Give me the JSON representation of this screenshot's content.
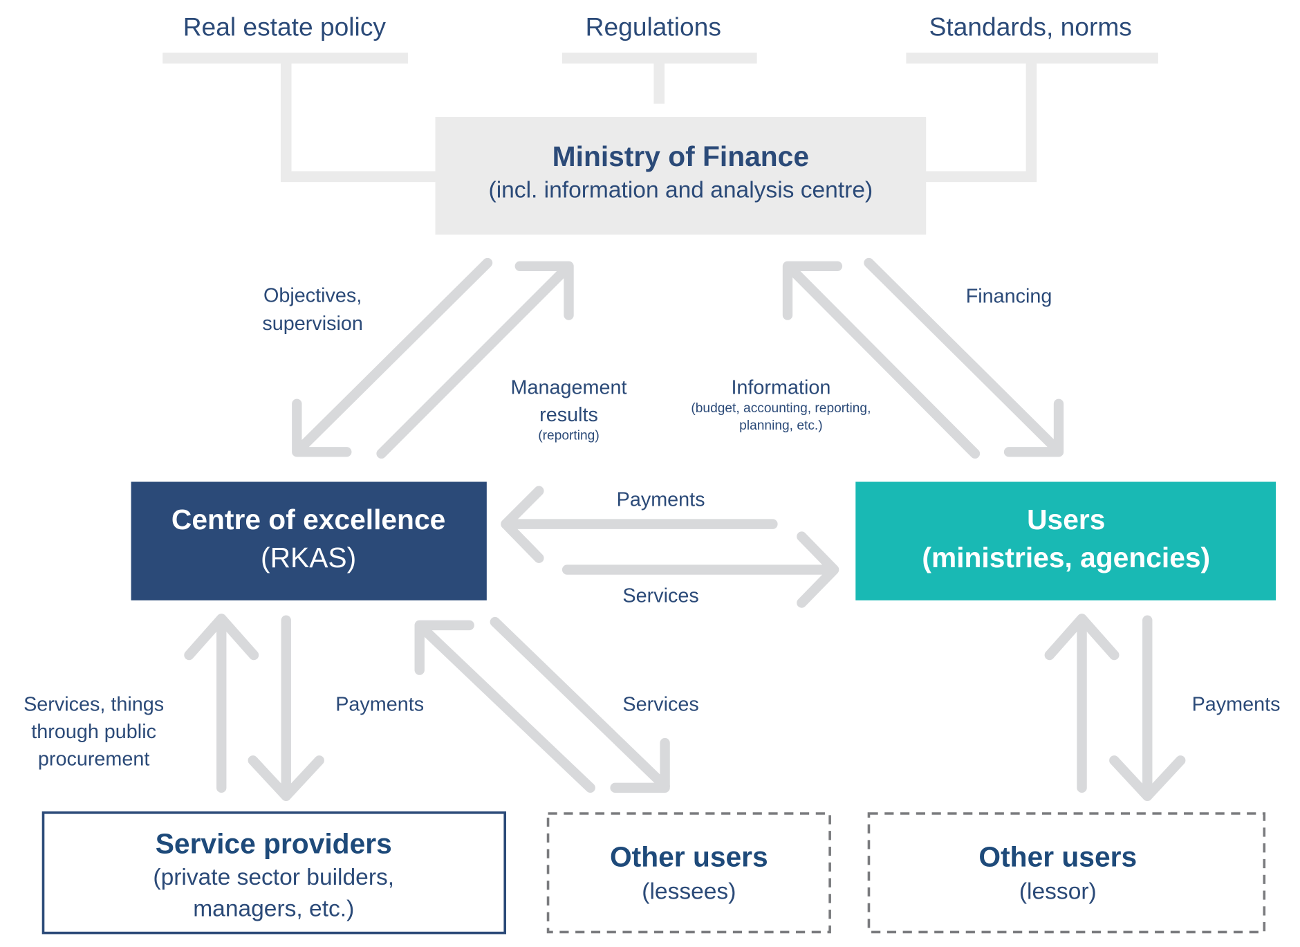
{
  "top_inputs": [
    {
      "label": "Real estate policy"
    },
    {
      "label": "Regulations"
    },
    {
      "label": "Standards, norms"
    }
  ],
  "nodes": {
    "ministry": {
      "title": "Ministry of Finance",
      "subtitle": "(incl. information and analysis centre)",
      "fill": "#ebebeb",
      "text_color": "#2b4a78"
    },
    "rkas": {
      "title": "Centre of excellence",
      "subtitle": "(RKAS)",
      "fill": "#2b4a78",
      "text_color": "#ffffff"
    },
    "users": {
      "title": "Users",
      "subtitle": "(ministries, agencies)",
      "fill": "#19b9b4",
      "text_color": "#ffffff"
    },
    "service_providers": {
      "title": "Service providers",
      "subtitle_line1": "(private sector builders,",
      "subtitle_line2": "managers, etc.)",
      "border": "#2b4a78",
      "text_color": "#1e4a7a"
    },
    "other_users_lessees": {
      "title": "Other users",
      "subtitle": "(lessees)",
      "border": "#7a7b7e",
      "border_style": "dashed",
      "text_color": "#1e4a7a"
    },
    "other_users_lessor": {
      "title": "Other users",
      "subtitle": "(lessor)",
      "border": "#7a7b7e",
      "border_style": "dashed",
      "text_color": "#1e4a7a"
    }
  },
  "flows": {
    "objectives": {
      "line1": "Objectives,",
      "line2": "supervision"
    },
    "management": {
      "line1": "Management",
      "line2": "results",
      "note": "(reporting)"
    },
    "information": {
      "line1": "Information",
      "note1": "(budget, accounting, reporting,",
      "note2": "planning, etc.)"
    },
    "financing": {
      "label": "Financing"
    },
    "payments_mid": {
      "label": "Payments"
    },
    "services_mid": {
      "label": "Services"
    },
    "services_things": {
      "line1": "Services, things",
      "line2": "through public",
      "line3": "procurement"
    },
    "payments_left": {
      "label": "Payments"
    },
    "services_lessees": {
      "label": "Services"
    },
    "payments_right": {
      "label": "Payments"
    }
  },
  "colors": {
    "arrow": "#d8d9db",
    "connector": "#ebebeb",
    "label_text": "#2b4a78"
  }
}
